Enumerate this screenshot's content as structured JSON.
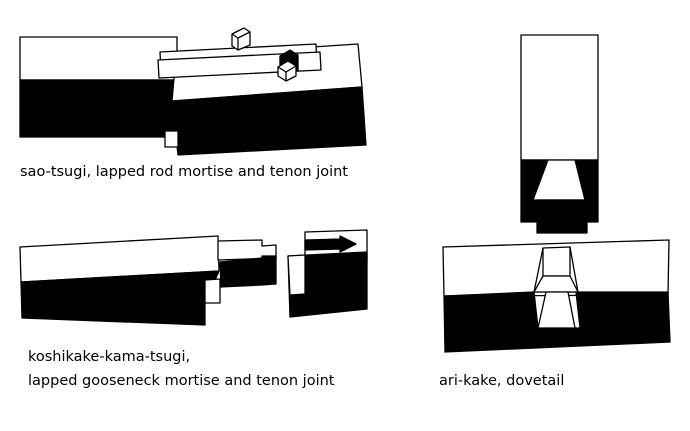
{
  "captions": {
    "sao_tsugi": "sao-tsugi, lapped rod mortise and tenon joint",
    "koshikake_line1": "koshikake-kama-tsugi,",
    "koshikake_line2": "lapped gooseneck mortise and tenon joint",
    "ari_kake": "ari-kake, dovetail"
  },
  "colors": {
    "fill_dark": "#000000",
    "fill_light": "#ffffff",
    "stroke": "#000000"
  }
}
